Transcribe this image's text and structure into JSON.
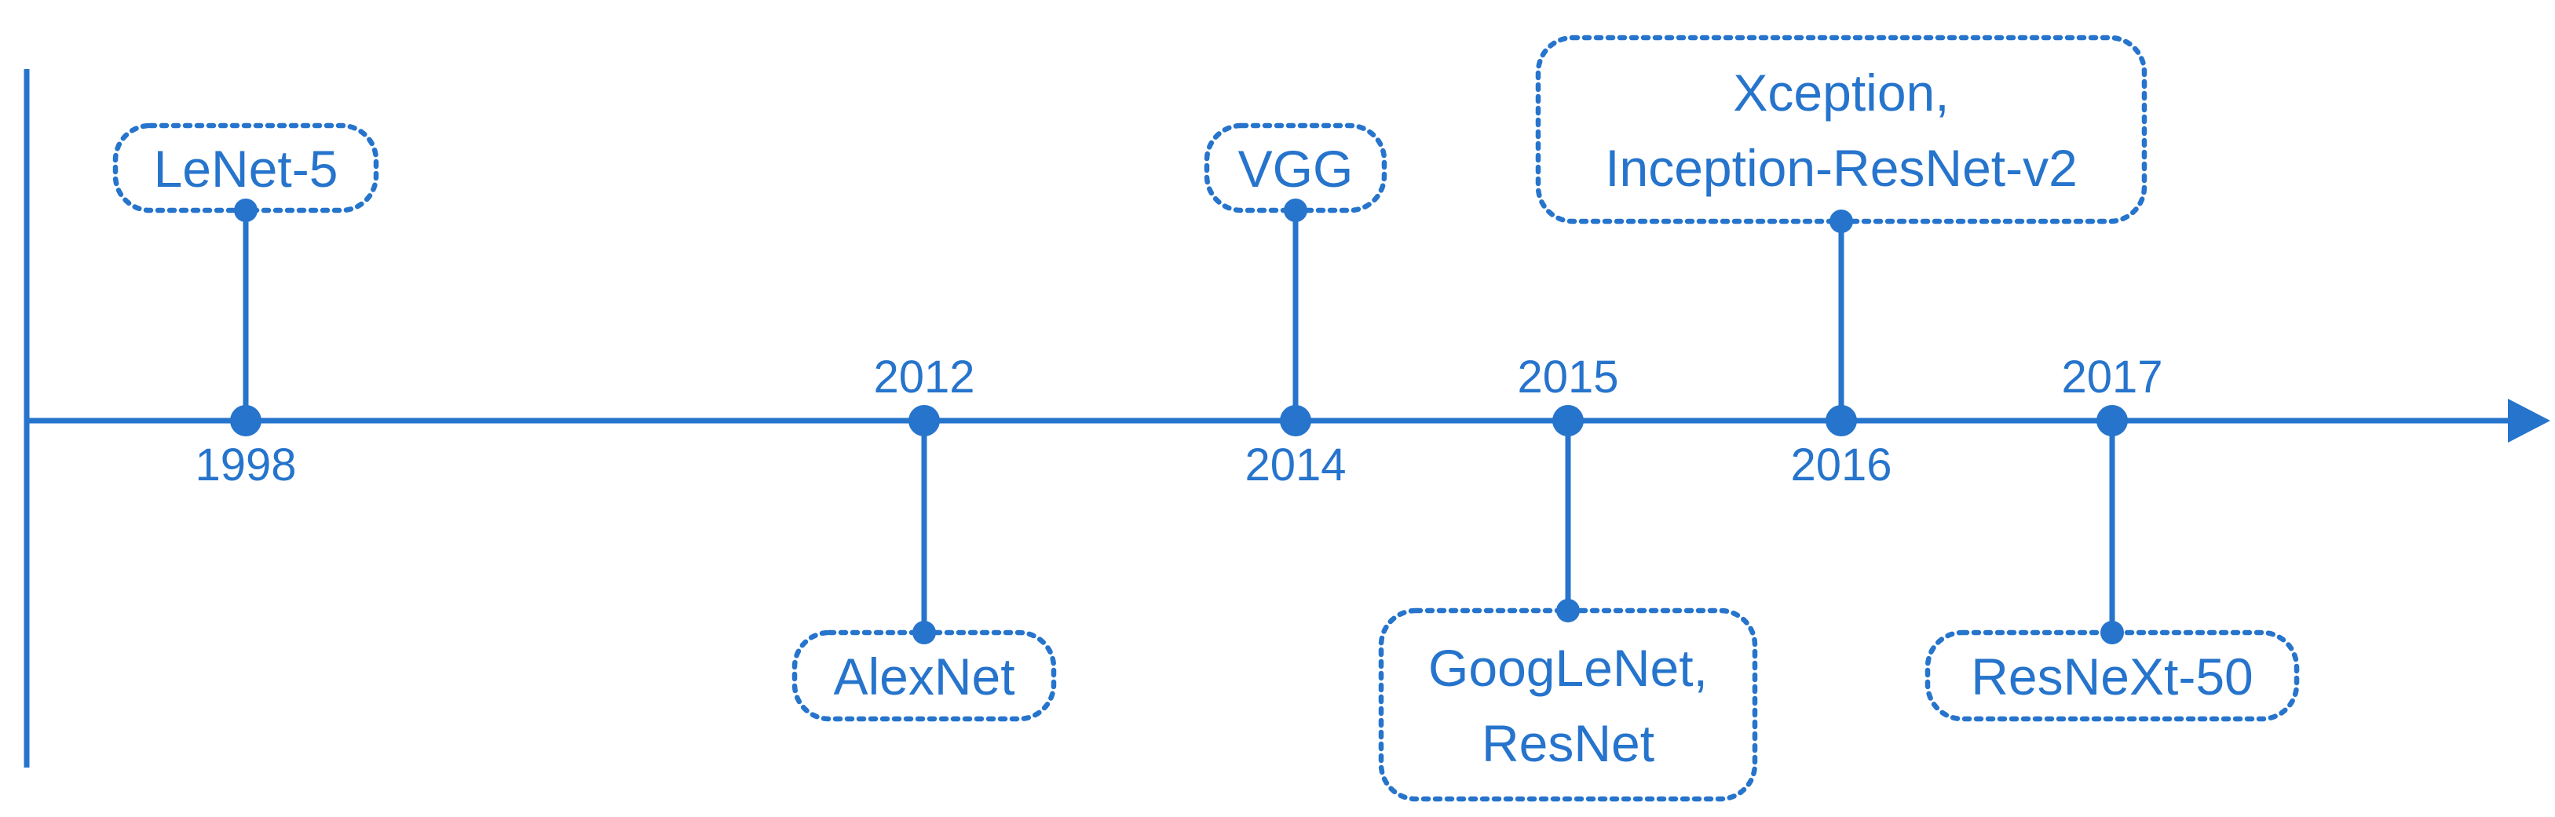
{
  "colors": {
    "accent": "#2674CC",
    "background": "#FFFFFF"
  },
  "events": [
    {
      "year": "1998",
      "models": [
        "LeNet-5"
      ]
    },
    {
      "year": "2012",
      "models": [
        "AlexNet"
      ]
    },
    {
      "year": "2014",
      "models": [
        "VGG"
      ]
    },
    {
      "year": "2015",
      "models": [
        "GoogLeNet,",
        "ResNet"
      ]
    },
    {
      "year": "2016",
      "models": [
        "Xception,",
        "Inception-ResNet-v2"
      ]
    },
    {
      "year": "2017",
      "models": [
        "ResNeXt-50"
      ]
    }
  ]
}
